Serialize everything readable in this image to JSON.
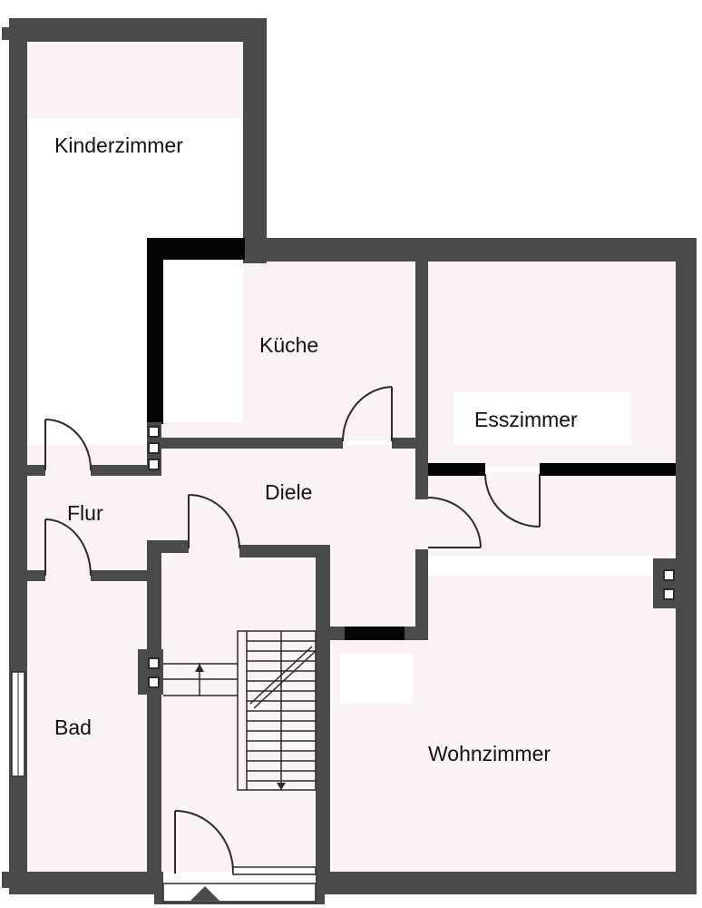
{
  "rooms": {
    "kinderzimmer": "Kinderzimmer",
    "kueche": "Küche",
    "esszimmer": "Esszimmer",
    "diele": "Diele",
    "flur": "Flur",
    "bad": "Bad",
    "wohnzimmer": "Wohnzimmer"
  },
  "colors": {
    "wall": "#4a4a4a",
    "wall_dark": "#050505",
    "floor": "#fbf3f3",
    "background": "#ffffff"
  }
}
